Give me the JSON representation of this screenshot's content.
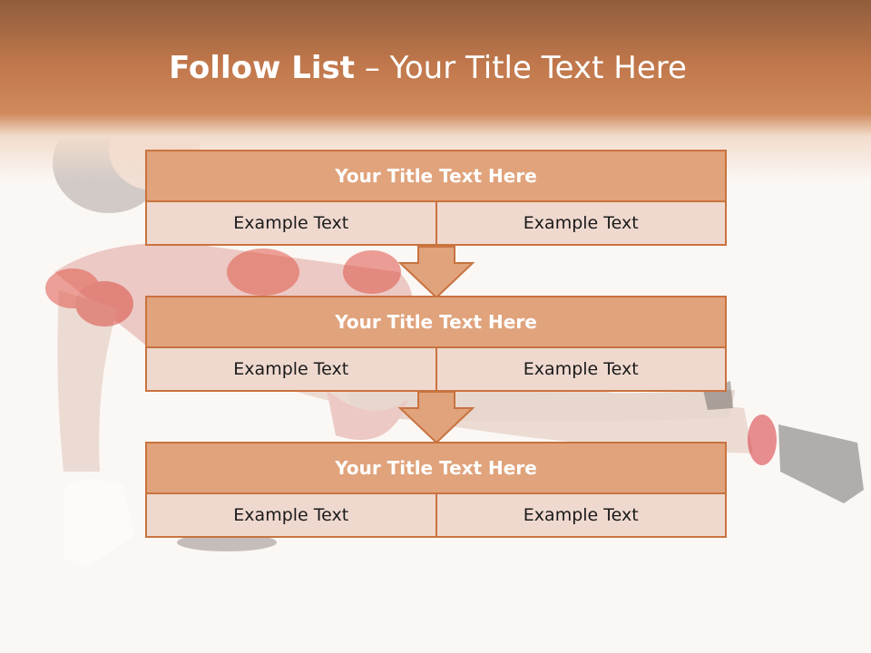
{
  "slide": {
    "title_bold": "Follow List",
    "title_rest": " – Your Title Text Here"
  },
  "tables": [
    {
      "title": "Your Title Text Here",
      "cells": [
        "Example Text",
        "Example Text"
      ]
    },
    {
      "title": "Your Title Text Here",
      "cells": [
        "Example Text",
        "Example Text"
      ]
    },
    {
      "title": "Your Title Text Here",
      "cells": [
        "Example Text",
        "Example Text"
      ]
    }
  ],
  "colors": {
    "header_band": "#c0774b",
    "table_border": "#c9733f",
    "table_header_fill": "#e0a37c",
    "table_cell_fill": "#efd9cf",
    "arrow_fill": "#e0a37c",
    "background": "#fbf7f4"
  },
  "icons": [
    "down-arrow-icon"
  ]
}
